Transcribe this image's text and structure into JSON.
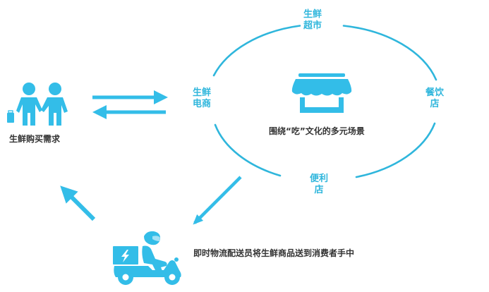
{
  "colors": {
    "accent": "#33bde8",
    "ring": "#2fb6dc",
    "text_dark": "#333333",
    "background": "#ffffff"
  },
  "consumer": {
    "icon": "people-handshake-icon",
    "label": "生鲜购买需求"
  },
  "exchange_arrows": {
    "to_right": "arrow-right-icon",
    "to_left": "arrow-left-icon"
  },
  "scene_ring": {
    "center_icon": "storefront-icon",
    "caption": "围绕“吃”文化的多元场景",
    "nodes": [
      {
        "line1": "生鲜",
        "line2": "超市",
        "position": "top"
      },
      {
        "line1": "生鲜",
        "line2": "电商",
        "position": "left"
      },
      {
        "line1": "餐饮",
        "line2": "店",
        "position": "right"
      },
      {
        "line1": "便利",
        "line2": "店",
        "position": "bottom"
      }
    ]
  },
  "delivery": {
    "icon": "delivery-scooter-icon",
    "label": "即时物流配送员将生鲜商品送到消费者手中"
  }
}
